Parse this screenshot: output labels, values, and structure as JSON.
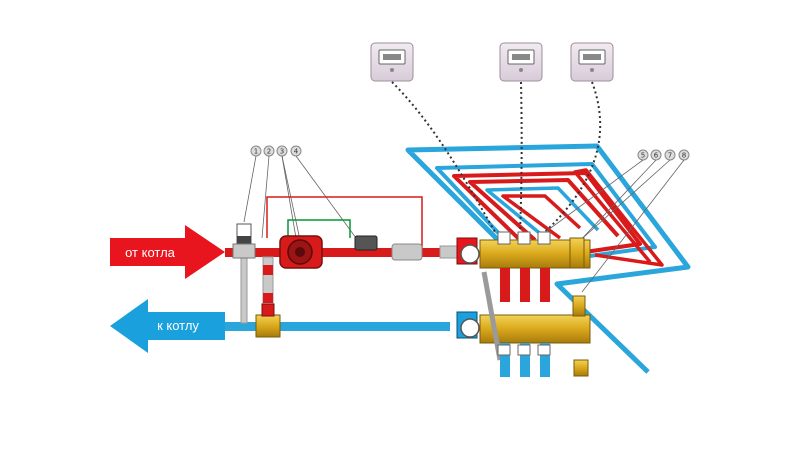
{
  "diagram": {
    "supply_label": "от котла",
    "return_label": "к котлу",
    "callouts": [
      "1",
      "2",
      "3",
      "4",
      "5",
      "6",
      "7",
      "8"
    ],
    "thermostat_count": 3
  },
  "colors": {
    "supply": "#e8141e",
    "return": "#1aa0dc",
    "pipe_supply": "#d91a1a",
    "pipe_return": "#2aa6dc",
    "brass": "#d9a81c",
    "control_wire": "#009933",
    "signal_wire": "#333333",
    "thermostat_body": "#e6dce6"
  }
}
